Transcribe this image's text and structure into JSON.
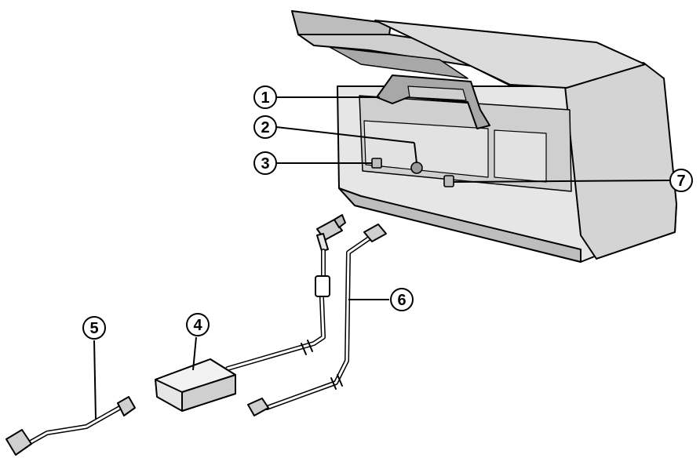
{
  "callouts": [
    {
      "id": "1",
      "label": "1"
    },
    {
      "id": "2",
      "label": "2"
    },
    {
      "id": "3",
      "label": "3"
    },
    {
      "id": "4",
      "label": "4"
    },
    {
      "id": "5",
      "label": "5"
    },
    {
      "id": "6",
      "label": "6"
    },
    {
      "id": "7",
      "label": "7"
    }
  ],
  "colors": {
    "line": "#000000",
    "body_light": "#e6e6e6",
    "body_mid": "#cfcfcf",
    "body_dark": "#a8a8a8",
    "tray": "#bdbdbd",
    "cable": "#ffffff"
  }
}
